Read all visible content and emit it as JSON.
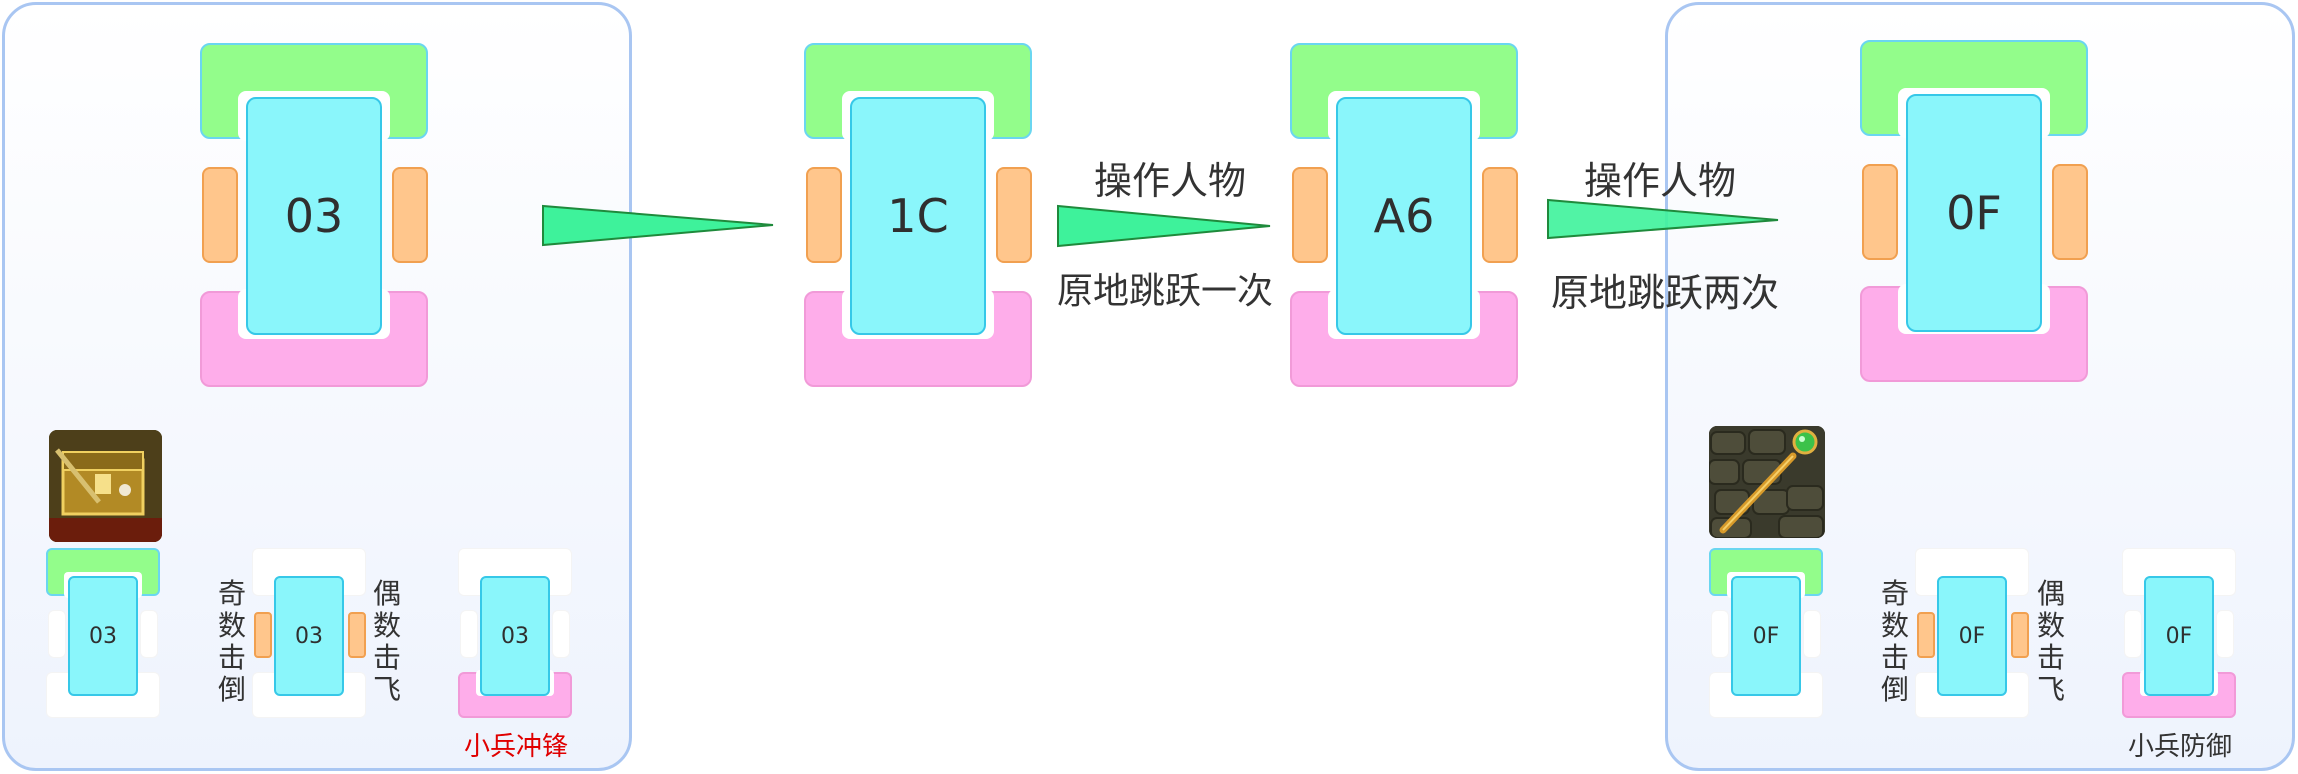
{
  "stages": {
    "s1": "03",
    "s2": "1C",
    "s3": "A6",
    "s4": "0F"
  },
  "arrows": {
    "a2_top": "操作人物",
    "a2_bottom": "原地跳跃一次",
    "a3_top": "操作人物",
    "a3_bottom": "原地跳跃两次"
  },
  "left_panel": {
    "chip1": "03",
    "chip2": "03",
    "chip3": "03",
    "odd_label": "奇数击倒",
    "even_label": "偶数击飞",
    "caption": "小兵冲锋",
    "caption_color": "#e00000"
  },
  "right_panel": {
    "chip1": "0F",
    "chip2": "0F",
    "chip3": "0F",
    "odd_label": "奇数击倒",
    "even_label": "偶数击飞",
    "caption": "小兵防御",
    "caption_color": "#333333"
  },
  "colors": {
    "top_part": "#93fd8b",
    "bottom_part": "#feadea",
    "side_part": "#ffc68c",
    "core": "#8af6fb",
    "arrow": "#3ef29b"
  },
  "icons": [
    "treasure-chest-icon",
    "golden-staff-icon"
  ]
}
